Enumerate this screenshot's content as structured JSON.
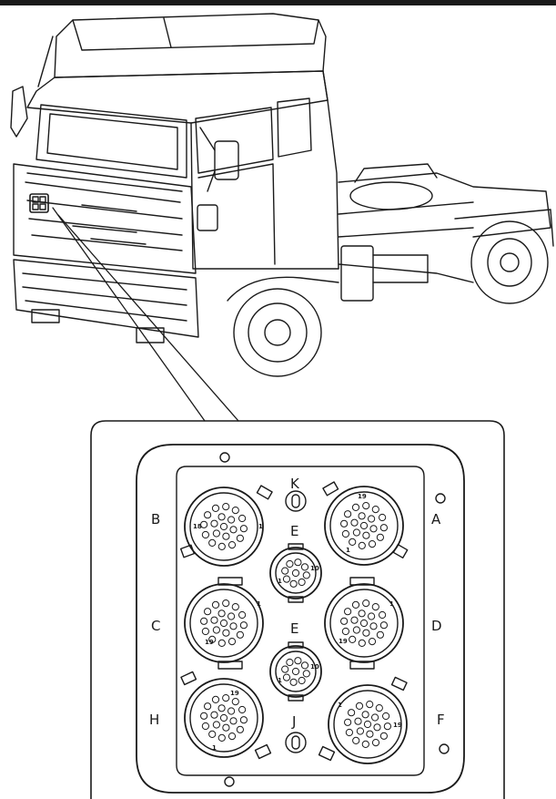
{
  "figure": {
    "connector_letters": {
      "A": "A",
      "B": "B",
      "C": "C",
      "D": "D",
      "E_upper": "E",
      "E_lower": "E",
      "F": "F",
      "H": "H",
      "J": "J",
      "K": "K"
    },
    "pin_numbers": {
      "A_top": "19",
      "A_bottom": "1",
      "B_left": "18",
      "B_right": "1",
      "C_top": "1",
      "C_bottom": "19",
      "D_top": "1",
      "D_bottom": "19",
      "E_upper_right": "10",
      "E_upper_left": "1",
      "E_lower_right": "10",
      "E_lower_left": "1",
      "H_top": "19",
      "H_bottom": "1",
      "F_left": "1",
      "F_right": "19"
    },
    "colors": {
      "line": "#1a1a1a",
      "background": "#ffffff"
    }
  }
}
